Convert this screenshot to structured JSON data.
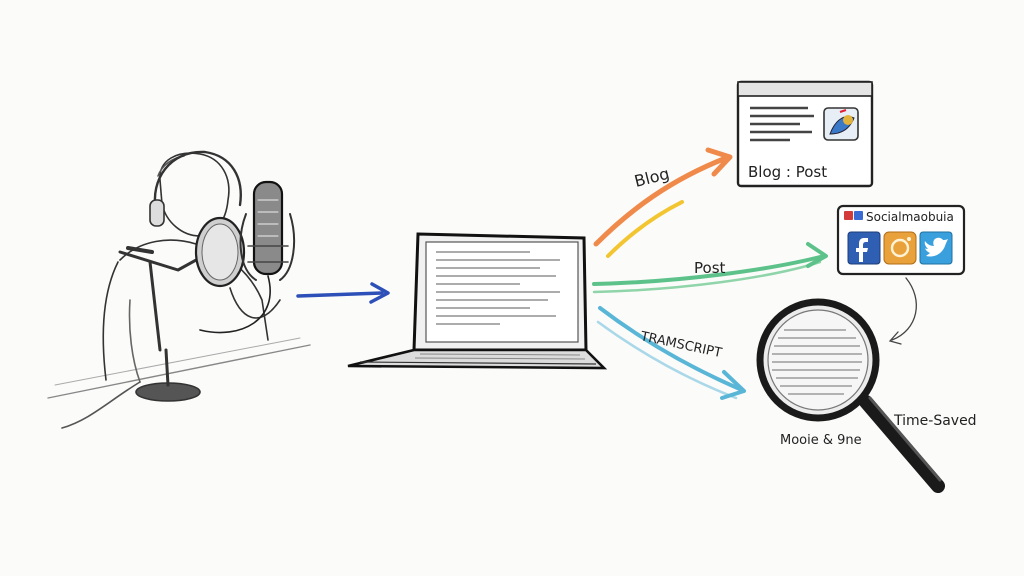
{
  "labels": {
    "blog_arrow": "Blog",
    "post_arrow": "Post",
    "transcript_arrow": "TRAMSCRIPT",
    "blog_card_title": "Blog : Post",
    "social_card_title": "Socialmaobuia",
    "time_saved": "Time-Saved",
    "magnifier_note": "Mooie & 9ne"
  },
  "social_icons": [
    "facebook-icon",
    "instagram-icon",
    "twitter-icon"
  ],
  "colors": {
    "arrow_blue": "#2d4fb8",
    "arrow_orange": "#f08a4b",
    "arrow_yellow": "#f2c531",
    "arrow_green": "#5cc28a",
    "arrow_cyan": "#5ab6d6",
    "facebook": "#2f5fb3",
    "instagram": "#e9a23b",
    "twitter": "#3aa0dd"
  }
}
